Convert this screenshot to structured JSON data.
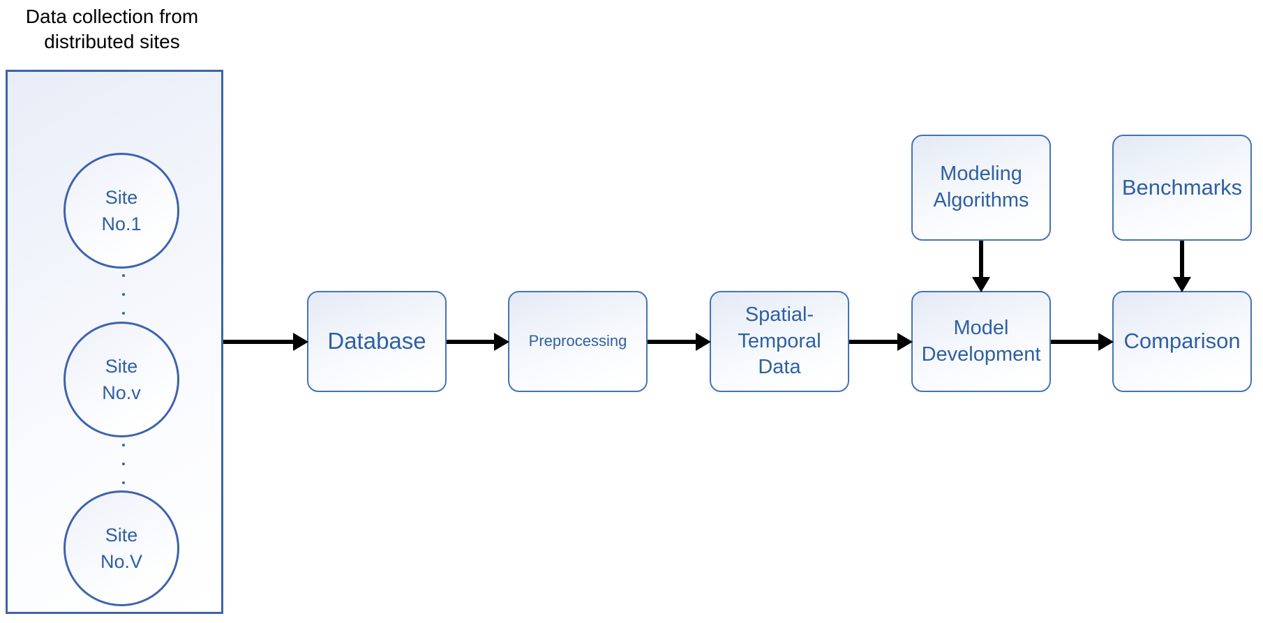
{
  "diagram": {
    "title": "Data collection from distributed sites",
    "caption_lines": "Data collection from\ndistributed sites",
    "colors": {
      "box_border": "#4472B8",
      "panel_border": "#3D62AE",
      "text_blue": "#2E5FA3",
      "arrow": "#000000",
      "caption_text": "#000000",
      "background": "#FFFFFF"
    },
    "sites": [
      {
        "id": "site-1",
        "line1": "Site",
        "line2": "No.1"
      },
      {
        "id": "site-v",
        "line1": "Site",
        "line2": "No.v"
      },
      {
        "id": "site-V",
        "line1": "Site",
        "line2": "No.V"
      }
    ],
    "ellipsis_groups": [
      {
        "id": "dots-a",
        "count": 3
      },
      {
        "id": "dots-b",
        "count": 3
      }
    ],
    "boxes": {
      "database": {
        "label": "Database"
      },
      "preprocessing": {
        "label": "Preprocessing"
      },
      "spatial_temporal": {
        "line1": "Spatial-",
        "line2": "Temporal",
        "line3": "Data"
      },
      "model_development": {
        "line1": "Model",
        "line2": "Development"
      },
      "comparison": {
        "label": "Comparison"
      },
      "modeling_algorithms": {
        "line1": "Modeling",
        "line2": "Algorithms"
      },
      "benchmarks": {
        "label": "Benchmarks"
      }
    },
    "flow": [
      {
        "from": "distributed-sites-panel",
        "to": "database",
        "direction": "right"
      },
      {
        "from": "database",
        "to": "preprocessing",
        "direction": "right"
      },
      {
        "from": "preprocessing",
        "to": "spatial-temporal-data",
        "direction": "right"
      },
      {
        "from": "spatial-temporal-data",
        "to": "model-development",
        "direction": "right"
      },
      {
        "from": "model-development",
        "to": "comparison",
        "direction": "right"
      },
      {
        "from": "modeling-algorithms",
        "to": "model-development",
        "direction": "down"
      },
      {
        "from": "benchmarks",
        "to": "comparison",
        "direction": "down"
      }
    ]
  }
}
